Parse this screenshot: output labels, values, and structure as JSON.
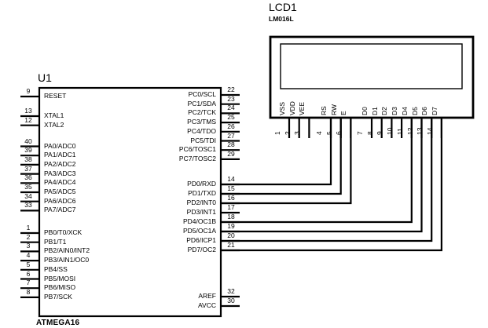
{
  "colors": {
    "ink": "#000000",
    "background": "#ffffff"
  },
  "chip": {
    "ref": "U1",
    "part": "ATMEGA16",
    "left_pin_groups": [
      [
        {
          "num": "9",
          "label": "RESET"
        }
      ],
      [
        {
          "num": "13",
          "label": "XTAL1"
        },
        {
          "num": "12",
          "label": "XTAL2"
        }
      ],
      [
        {
          "num": "40",
          "label": "PA0/ADC0"
        },
        {
          "num": "39",
          "label": "PA1/ADC1"
        },
        {
          "num": "38",
          "label": "PA2/ADC2"
        },
        {
          "num": "37",
          "label": "PA3/ADC3"
        },
        {
          "num": "36",
          "label": "PA4/ADC4"
        },
        {
          "num": "35",
          "label": "PA5/ADC5"
        },
        {
          "num": "34",
          "label": "PA6/ADC6"
        },
        {
          "num": "33",
          "label": "PA7/ADC7"
        }
      ],
      [
        {
          "num": "1",
          "label": "PB0/T0/XCK"
        },
        {
          "num": "2",
          "label": "PB1/T1"
        },
        {
          "num": "3",
          "label": "PB2/AIN0/INT2"
        },
        {
          "num": "4",
          "label": "PB3/AIN1/OC0"
        },
        {
          "num": "5",
          "label": "PB4/SS"
        },
        {
          "num": "6",
          "label": "PB5/MOSI"
        },
        {
          "num": "7",
          "label": "PB6/MISO"
        },
        {
          "num": "8",
          "label": "PB7/SCK"
        }
      ]
    ],
    "right_pin_groups": [
      [
        {
          "num": "22",
          "label": "PC0/SCL"
        },
        {
          "num": "23",
          "label": "PC1/SDA"
        },
        {
          "num": "24",
          "label": "PC2/TCK"
        },
        {
          "num": "25",
          "label": "PC3/TMS"
        },
        {
          "num": "26",
          "label": "PC4/TDO"
        },
        {
          "num": "27",
          "label": "PC5/TDI"
        },
        {
          "num": "28",
          "label": "PC6/TOSC1"
        },
        {
          "num": "29",
          "label": "PC7/TOSC2"
        }
      ],
      [
        {
          "num": "14",
          "label": "PD0/RXD"
        },
        {
          "num": "15",
          "label": "PD1/TXD"
        },
        {
          "num": "16",
          "label": "PD2/INT0"
        },
        {
          "num": "17",
          "label": "PD3/INT1"
        },
        {
          "num": "18",
          "label": "PD4/OC1B"
        },
        {
          "num": "19",
          "label": "PD5/OC1A"
        },
        {
          "num": "20",
          "label": "PD6/ICP1"
        },
        {
          "num": "21",
          "label": "PD7/OC2"
        }
      ],
      [
        {
          "num": "32",
          "label": "AREF"
        },
        {
          "num": "30",
          "label": "AVCC"
        }
      ]
    ]
  },
  "lcd": {
    "ref": "LCD1",
    "part": "LM016L",
    "pin_groups": [
      [
        {
          "num": "1",
          "label": "VSS"
        },
        {
          "num": "2",
          "label": "VDD"
        },
        {
          "num": "3",
          "label": "VEE"
        }
      ],
      [
        {
          "num": "4",
          "label": "RS"
        },
        {
          "num": "5",
          "label": "RW"
        },
        {
          "num": "6",
          "label": "E"
        }
      ],
      [
        {
          "num": "7",
          "label": "D0"
        },
        {
          "num": "8",
          "label": "D1"
        },
        {
          "num": "9",
          "label": "D2"
        },
        {
          "num": "10",
          "label": "D3"
        },
        {
          "num": "11",
          "label": "D4"
        },
        {
          "num": "12",
          "label": "D5"
        },
        {
          "num": "13",
          "label": "D6"
        },
        {
          "num": "14",
          "label": "D7"
        }
      ]
    ]
  },
  "connections": [
    {
      "chip_pin": "14",
      "chip_signal": "PD0/RXD",
      "lcd_pin": "4",
      "lcd_signal": "RS"
    },
    {
      "chip_pin": "15",
      "chip_signal": "PD1/TXD",
      "lcd_pin": "5",
      "lcd_signal": "RW"
    },
    {
      "chip_pin": "16",
      "chip_signal": "PD2/INT0",
      "lcd_pin": "6",
      "lcd_signal": "E"
    },
    {
      "chip_pin": "18",
      "chip_signal": "PD4/OC1B",
      "lcd_pin": "11",
      "lcd_signal": "D4"
    },
    {
      "chip_pin": "19",
      "chip_signal": "PD5/OC1A",
      "lcd_pin": "12",
      "lcd_signal": "D5"
    },
    {
      "chip_pin": "20",
      "chip_signal": "PD6/ICP1",
      "lcd_pin": "13",
      "lcd_signal": "D6"
    },
    {
      "chip_pin": "21",
      "chip_signal": "PD7/OC2",
      "lcd_pin": "14",
      "lcd_signal": "D7"
    }
  ]
}
